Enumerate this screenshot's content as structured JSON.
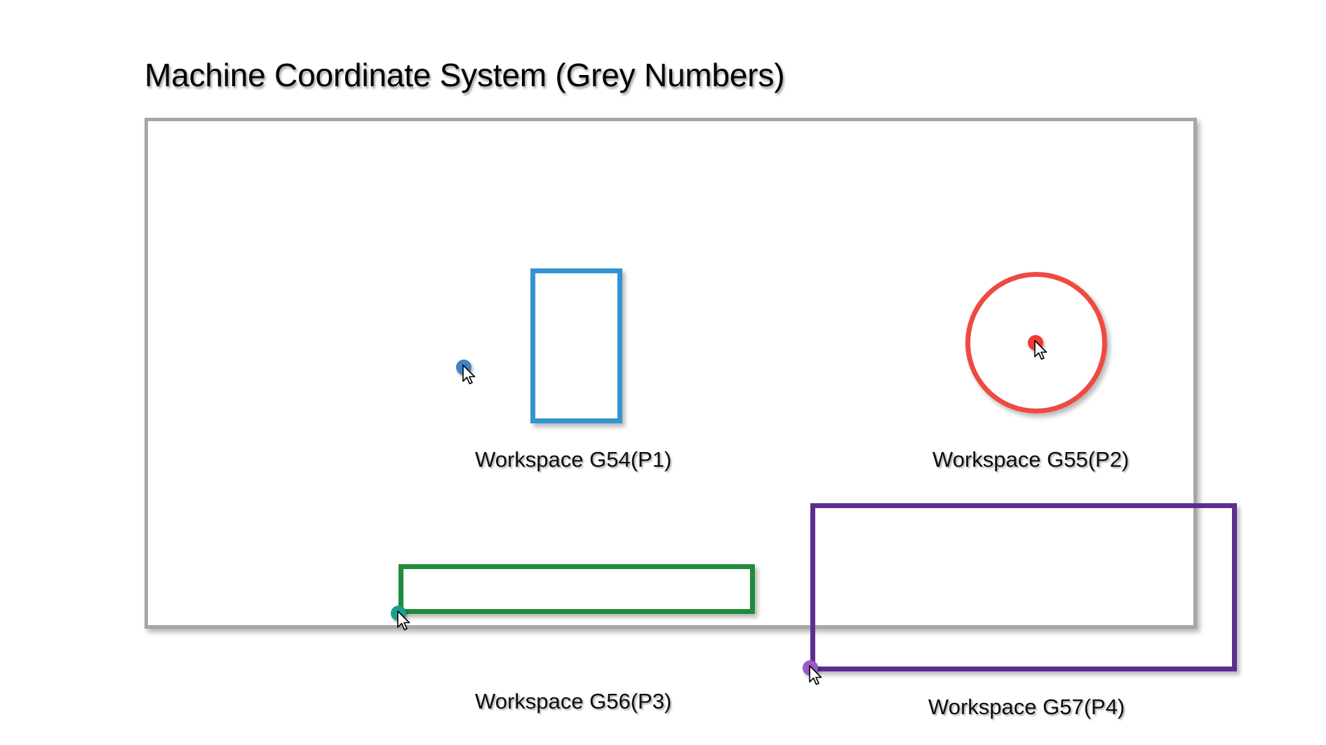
{
  "slide": {
    "title": "Machine Coordinate System (Grey Numbers)",
    "background_color": "#ffffff",
    "frame_border_color": "#a6a6a6"
  },
  "workspaces": [
    {
      "id": "g54",
      "label": "Workspace G54(P1)",
      "code": "G54",
      "preset": "P1",
      "shape": "rectangle",
      "outline_color": "#3394cf",
      "origin_dot_color": "#3d85c6",
      "origin_corner": "bottom-left",
      "cursor": "arrow-pointer"
    },
    {
      "id": "g55",
      "label": "Workspace G55(P2)",
      "code": "G55",
      "preset": "P2",
      "shape": "circle",
      "outline_color": "#ee4a42",
      "origin_dot_color": "#ee3b32",
      "origin_corner": "center",
      "cursor": "arrow-pointer"
    },
    {
      "id": "g56",
      "label": "Workspace G56(P3)",
      "code": "G56",
      "preset": "P3",
      "shape": "rectangle",
      "outline_color": "#1e8c3c",
      "origin_dot_color": "#1aa18d",
      "origin_corner": "bottom-left",
      "cursor": "arrow-pointer"
    },
    {
      "id": "g57",
      "label": "Workspace G57(P4)",
      "code": "G57",
      "preset": "P4",
      "shape": "rectangle",
      "outline_color": "#5e2d91",
      "origin_dot_color": "#9b59c8",
      "origin_corner": "bottom-left",
      "cursor": "arrow-pointer"
    }
  ]
}
